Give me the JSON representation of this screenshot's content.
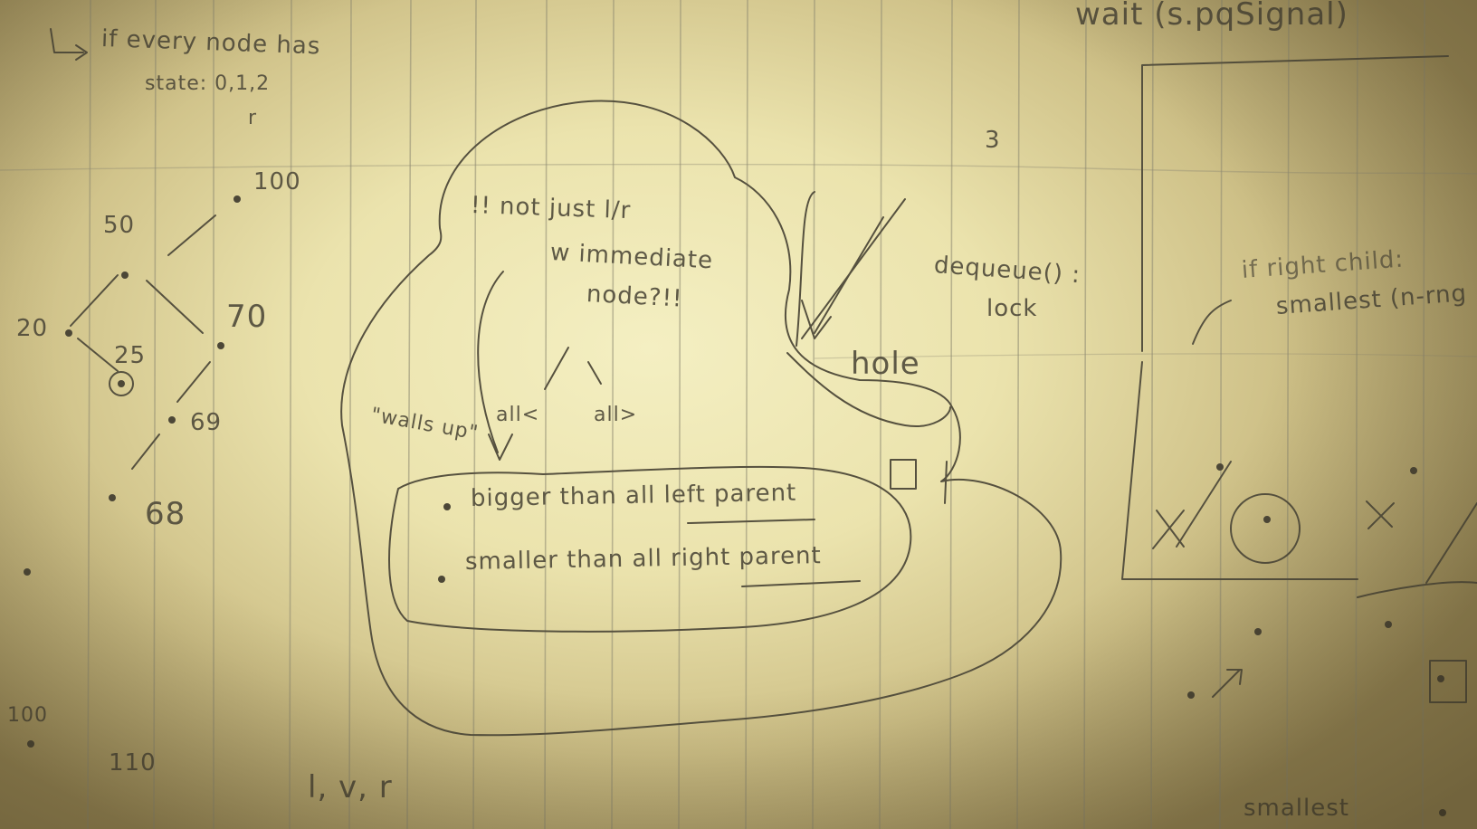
{
  "notes": {
    "top_left_line1": "if every node has",
    "top_left_line2": "state: 0,1,2",
    "top_left_r": "r",
    "top_right_wait": "wait (s.pqSignal)",
    "num_3": "3",
    "dequeue_label": "dequeue() :",
    "dequeue_lock": "lock",
    "hole_label": "hole",
    "not_just": "!! not just l/r",
    "immediate": "w immediate",
    "node_q": "node?!!",
    "all_lt": "all<",
    "all_gt": "all>",
    "walls_up": "\"walls up\"",
    "bigger": "bigger than all left parent",
    "smaller": "smaller than all right parent",
    "lvr": "l, v, r",
    "right_child": "if right child:",
    "smallest_rng": "smallest (n-rng",
    "bottom_smallest": "smallest"
  },
  "tree": {
    "n100": "100",
    "n50": "50",
    "n70": "70",
    "n20": "20",
    "n25": "25",
    "n69": "69",
    "n68": "68",
    "n100b": "100",
    "n110": "110"
  },
  "colors": {
    "paper_center": "#f4efc2",
    "paper_edge": "#9a8a58",
    "pencil": "#4f4a3a",
    "rule_line": "#8e8a72"
  }
}
